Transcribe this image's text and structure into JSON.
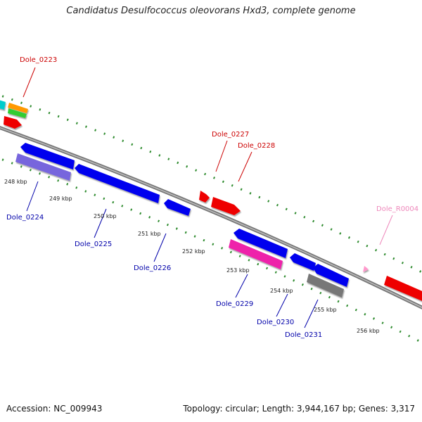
{
  "title": "Candidatus Desulfococcus oleovorans Hxd3, complete genome",
  "footer": {
    "accession": "Accession: NC_009943",
    "summary": "Topology: circular; Length: 3,944,167 bp; Genes: 3,317"
  },
  "colors": {
    "backbone": "#8a8a8a",
    "tick_dots": "#2e8b2e",
    "label_forward": "#cc0000",
    "label_reverse": "#0000aa",
    "label_rna": "#ee88bb"
  },
  "ticks": [
    {
      "label": "248 kbp"
    },
    {
      "label": "249 kbp"
    },
    {
      "label": "250 kbp"
    },
    {
      "label": "251 kbp"
    },
    {
      "label": "252 kbp"
    },
    {
      "label": "253 kbp"
    },
    {
      "label": "254 kbp"
    },
    {
      "label": "255 kbp"
    },
    {
      "label": "256 kbp"
    }
  ],
  "gene_labels": [
    {
      "text": "Dole_0223",
      "strand": "forward"
    },
    {
      "text": "Dole_0227",
      "strand": "forward"
    },
    {
      "text": "Dole_0228",
      "strand": "forward"
    },
    {
      "text": "Dole_R0004",
      "strand": "rna"
    },
    {
      "text": "Dole_0224",
      "strand": "reverse"
    },
    {
      "text": "Dole_0225",
      "strand": "reverse"
    },
    {
      "text": "Dole_0226",
      "strand": "reverse"
    },
    {
      "text": "Dole_0229",
      "strand": "reverse"
    },
    {
      "text": "Dole_0230",
      "strand": "reverse"
    },
    {
      "text": "Dole_0231",
      "strand": "reverse"
    }
  ]
}
